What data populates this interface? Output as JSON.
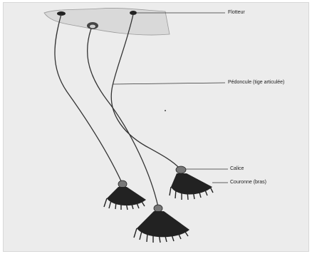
{
  "labels": {
    "flotteur": "Flotteur",
    "pedoncule": "Pédoncule (tige articulée)",
    "calice": "Calice",
    "couronne": "Couronne (bras)"
  },
  "colors": {
    "stroke": "#333333",
    "fill": "#222222",
    "paper": "#ececec",
    "float": "#d9d9d9"
  }
}
